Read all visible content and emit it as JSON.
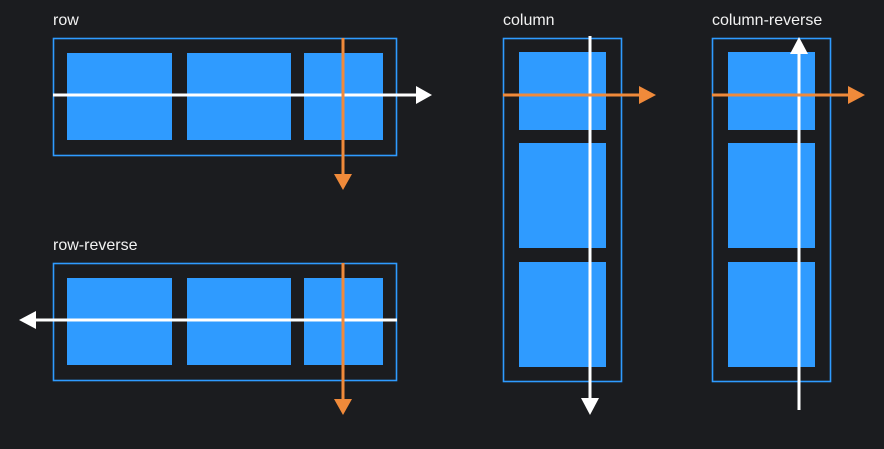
{
  "colors": {
    "background": "#1b1c1f",
    "container_border": "#2f9bff",
    "item_fill": "#2f9bff",
    "main_axis_arrow": "#ffffff",
    "cross_axis_arrow": "#f08a3a",
    "label_text": "#f2f2f2"
  },
  "diagrams": [
    {
      "label": "row",
      "direction": "row",
      "items": 3
    },
    {
      "label": "row-reverse",
      "direction": "row-reverse",
      "items": 3
    },
    {
      "label": "column",
      "direction": "column",
      "items": 3
    },
    {
      "label": "column-reverse",
      "direction": "column-reverse",
      "items": 3
    }
  ]
}
